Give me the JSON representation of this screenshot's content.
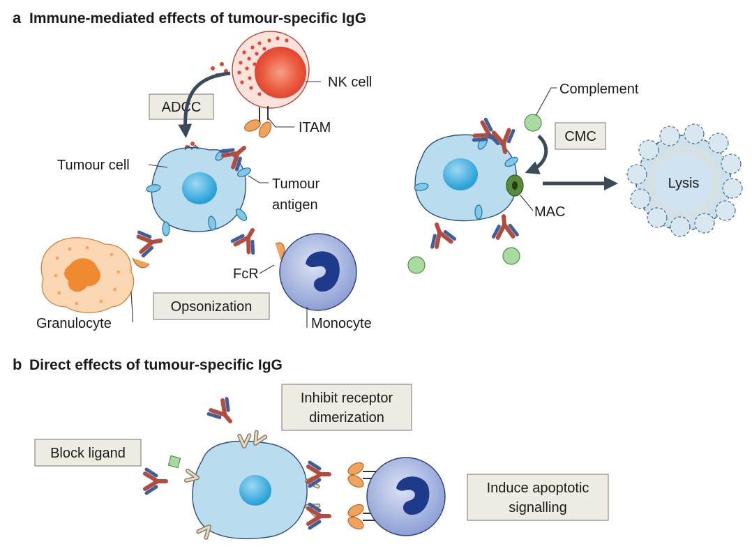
{
  "panel_a": {
    "letter": "a",
    "title": "Immune-mediated effects of tumour-specific IgG",
    "labels": {
      "nk_cell": "NK cell",
      "adcc": "ADCC",
      "itam": "ITAM",
      "tumour_cell": "Tumour cell",
      "tumour_antigen_line1": "Tumour",
      "tumour_antigen_line2": "antigen",
      "fcr": "FcR",
      "granulocyte": "Granulocyte",
      "opsonization": "Opsonization",
      "monocyte": "Monocyte",
      "complement": "Complement",
      "cmc": "CMC",
      "mac": "MAC",
      "lysis": "Lysis"
    }
  },
  "panel_b": {
    "letter": "b",
    "title": "Direct effects of tumour-specific IgG",
    "labels": {
      "block_ligand": "Block ligand",
      "inhibit_line1": "Inhibit receptor",
      "inhibit_line2": "dimerization",
      "induce_line1": "Induce apoptotic",
      "induce_line2": "signalling"
    }
  },
  "colors": {
    "tumour_cell": "#b9dcef",
    "nucleus": "#3daee0",
    "antibody_heavy": "#b24c3e",
    "antibody_light": "#3f5f9a",
    "fc_receptor": "#f0a35a",
    "complement": "#a9dba0",
    "nk_cell": "#e9453a",
    "monocyte": "#8c9fd4",
    "granulocyte": "#f7b57a",
    "label_box": "#efece4"
  }
}
